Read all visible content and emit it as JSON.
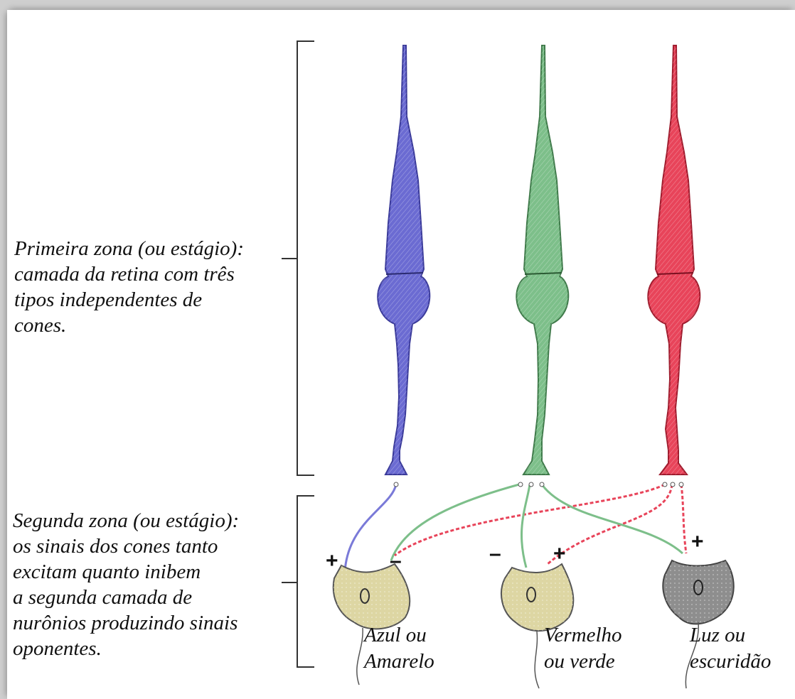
{
  "zone1": {
    "lines": [
      "Primeira zona (ou estágio):",
      "camada da retina com três",
      "tipos independentes de",
      "cones."
    ]
  },
  "zone2": {
    "lines": [
      "Segunda zona (ou estágio):",
      "os sinais dos cones tanto",
      "excitam quanto inibem",
      "a segunda camada de",
      "nurônios produzindo sinais",
      "oponentes."
    ]
  },
  "cones": [
    {
      "name": "blue-cone",
      "color": "#6b6bd2",
      "stroke": "#3a3a9a"
    },
    {
      "name": "green-cone",
      "color": "#7dbf8a",
      "stroke": "#3f7a4a"
    },
    {
      "name": "red-cone",
      "color": "#e8445a",
      "stroke": "#a01c2e"
    }
  ],
  "neurons": [
    {
      "label_lines": [
        "Azul ou",
        "Amarelo"
      ],
      "color": "#ddd6a3",
      "signs": [
        "+",
        "–"
      ]
    },
    {
      "label_lines": [
        "Vermelho",
        "ou verde"
      ],
      "color": "#ddd6a3",
      "signs": [
        "–",
        "+"
      ]
    },
    {
      "label_lines": [
        "Luz ou",
        "escuridão"
      ],
      "color": "#8e8e8e",
      "signs": [
        "+"
      ]
    }
  ]
}
